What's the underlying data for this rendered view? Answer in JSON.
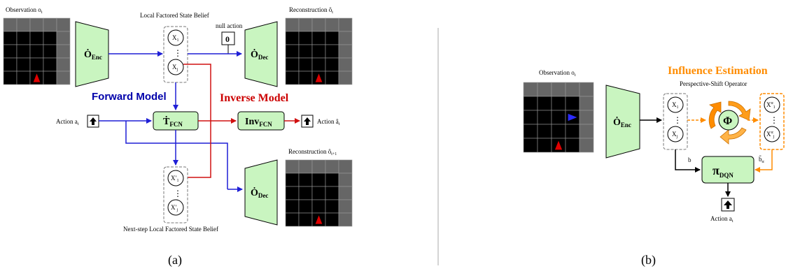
{
  "panel_a": {
    "obs_label": "Observation o",
    "obs_sub": "t",
    "belief_title": "Local Factored State Belief",
    "recon_top_label": "Reconstruction ô",
    "recon_top_sub": "t",
    "null_action": "null action",
    "null_value": "0",
    "enc": "Ȯ",
    "enc_sub": "Enc",
    "dec": "Ȯ",
    "dec_sub": "Dec",
    "x1": "X",
    "x1_sub": "1",
    "xj": "X",
    "xj_sub": "j",
    "dots": "⋮",
    "forward_model": "Forward Model",
    "inverse_model": "Inverse Model",
    "action_label": "Action a",
    "action_sub": "t",
    "tfcn": "Ṫ",
    "tfcn_sub": "FCN",
    "inv": "Inv",
    "inv_sub": "FCN",
    "action_hat_label": "Action â",
    "action_hat_sub": "t",
    "recon_bottom_label": "Reconstruction ô",
    "recon_bottom_sub": "t+1",
    "x1p": "X′",
    "x1p_sub": "1",
    "xjp": "X′",
    "xjp_sub": "j",
    "next_belief": "Next-step Local Factored State Belief",
    "caption": "(a)"
  },
  "panel_b": {
    "obs_label": "Observation o",
    "obs_sub": "t",
    "influence": "Influence Estimation",
    "operator": "Perspective-Shift Operator",
    "enc": "Ȯ",
    "enc_sub": "Enc",
    "phi": "Φ",
    "x1": "X",
    "x1_sub": "1",
    "xj": "X",
    "xj_sub": "j",
    "xa1": "X",
    "xa1_sup": "α",
    "xa1_sub": "1",
    "xaj": "X",
    "xaj_sup": "α",
    "xaj_sub": "j",
    "b_label": "b",
    "b_alpha": "b̃",
    "b_alpha_sub": "α",
    "pi": "π",
    "pi_sub": "DQN",
    "action_label": "Action a",
    "action_sub": "t",
    "caption": "(b)"
  },
  "colors": {
    "blue": "#1f1fd6",
    "red": "#d01010",
    "orange": "#ff8c00",
    "green_fill": "#c9f5c0",
    "grid_dark": "#000000",
    "grid_wall": "#666666",
    "agent_red": "#e00000",
    "agent_blue": "#2b2bff"
  }
}
